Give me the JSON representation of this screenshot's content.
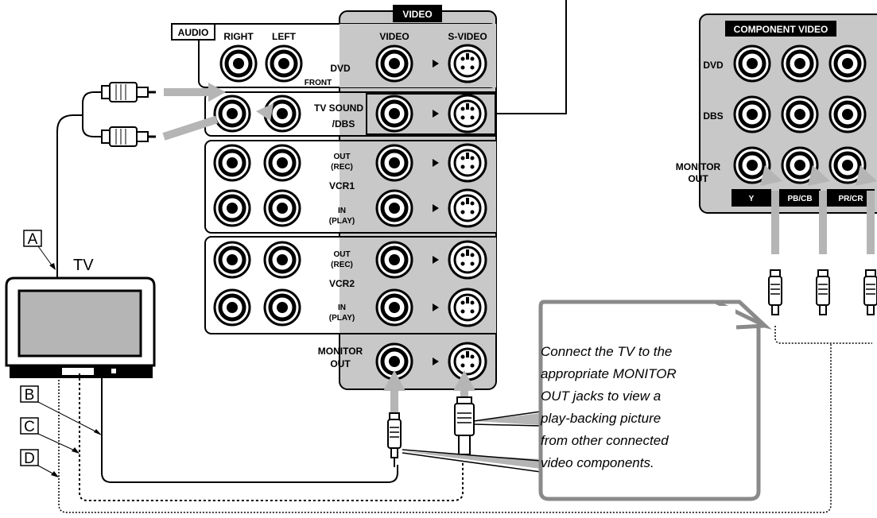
{
  "receiver": {
    "audio_header": "AUDIO",
    "video_header": "VIDEO",
    "columns": {
      "right": "RIGHT",
      "left": "LEFT",
      "video": "VIDEO",
      "svideo": "S-VIDEO"
    },
    "front_label": "FRONT",
    "rows": {
      "dvd": "DVD",
      "tv_sound_line1": "TV SOUND",
      "tv_sound_line2": "/DBS",
      "vcr1": "VCR1",
      "vcr2": "VCR2",
      "out_rec_line1": "OUT",
      "out_rec_line2": "(REC)",
      "in_play_line1": "IN",
      "in_play_line2": "(PLAY)",
      "monitor_line1": "MONITOR",
      "monitor_line2": "OUT"
    }
  },
  "component": {
    "header": "COMPONENT VIDEO",
    "rows": {
      "dvd": "DVD",
      "dbs": "DBS",
      "monitor_line1": "MONITOR",
      "monitor_line2": "OUT"
    },
    "jack_labels": {
      "y": "Y",
      "pb": "PB/CB",
      "pr": "PR/CR"
    }
  },
  "tv": {
    "label": "TV"
  },
  "boxes": {
    "a": "A",
    "b": "B",
    "c": "C",
    "d": "D"
  },
  "callout": {
    "line1": "Connect the TV to the",
    "line2": "appropriate MONITOR",
    "line3": "OUT jacks to view a",
    "line4": "play-backing picture",
    "line5": "from other connected",
    "line6": "video components."
  }
}
